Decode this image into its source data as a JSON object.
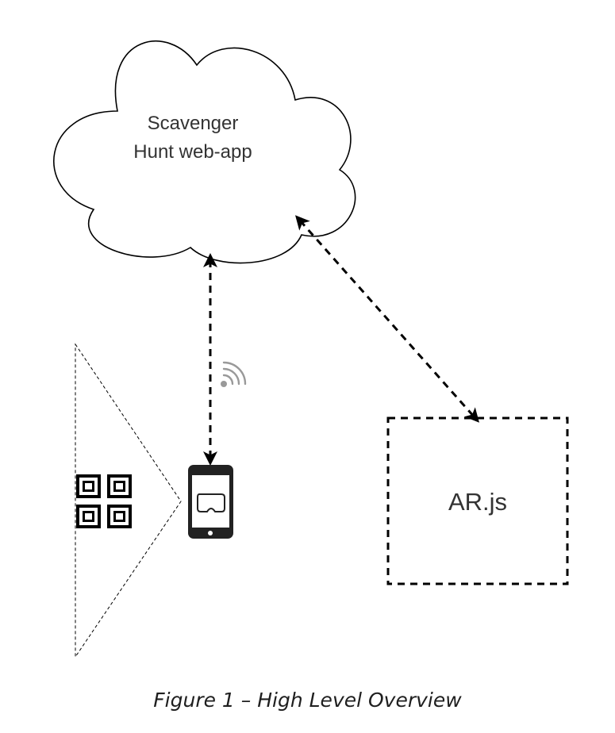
{
  "cloud": {
    "line1": "Scavenger",
    "line2": "Hunt web-app"
  },
  "library_box": {
    "label": "AR.js"
  },
  "icons": {
    "signal": "wifi-signal-icon",
    "phone": "smartphone-vr-icon",
    "qr": "qr-code-icon"
  },
  "caption": "Figure 1 – High Level Overview",
  "colors": {
    "stroke": "#000000",
    "text": "#333333",
    "signal": "#999999"
  }
}
